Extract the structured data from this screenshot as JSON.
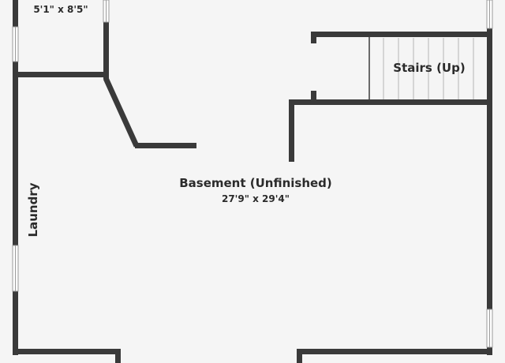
{
  "rooms": {
    "small_room": {
      "dimensions": "5'1\" x 8'5\""
    },
    "stairs": {
      "name": "Stairs (Up)"
    },
    "basement": {
      "name": "Basement (Unfinished)",
      "dimensions": "27'9\" x 29'4\""
    },
    "laundry": {
      "name": "Laundry"
    }
  },
  "colors": {
    "wall": "#3a3a3a",
    "floor": "#f5f5f5",
    "text": "#2b2b2b"
  }
}
